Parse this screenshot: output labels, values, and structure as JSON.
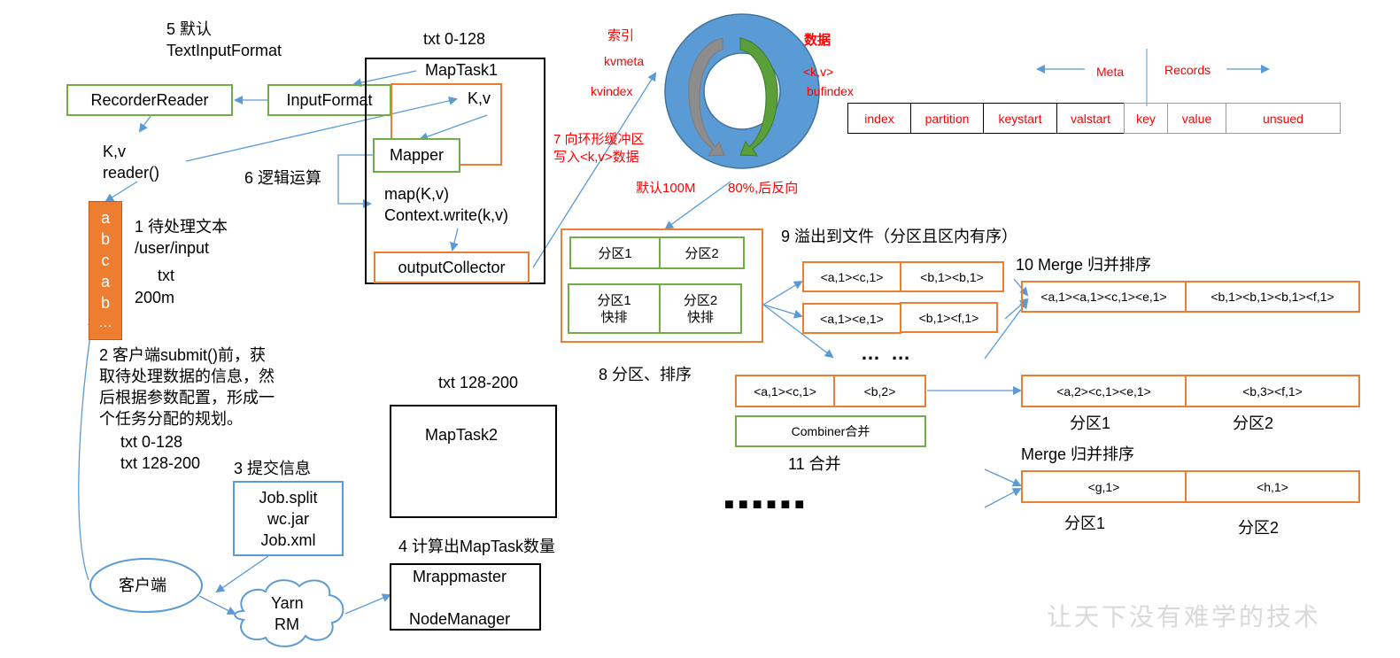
{
  "labels": {
    "step5": "5 默认",
    "step5_sub": "TextInputFormat",
    "txt_range1": "txt 0-128",
    "maptask1": "MapTask1",
    "recorder_reader": "RecorderReader",
    "input_format": "InputFormat",
    "kv_top": "K,v",
    "mapper": "Mapper",
    "kv_reader_1": "K,v",
    "kv_reader_2": "reader()",
    "step6": "6 逻辑运算",
    "map_call": "map(K,v)",
    "context_write": "Context.write(k,v)",
    "output_collector": "outputCollector",
    "step1_title": "1 待处理文本",
    "step1_path": "/user/input",
    "step1_file": "txt",
    "step1_size": "200m",
    "input_chars": [
      "a",
      "b",
      "c",
      "a",
      "b",
      "…"
    ],
    "step2_lines": [
      "2 客户端submit()前，获",
      "取待处理数据的信息，然",
      "后根据参数配置，形成一",
      "个任务分配的规划。"
    ],
    "split1": "txt  0-128",
    "split2": "txt  128-200",
    "step3": "3 提交信息",
    "job_files": [
      "Job.split",
      "wc.jar",
      "Job.xml"
    ],
    "client": "客户端",
    "yarn_1": "Yarn",
    "yarn_2": "RM",
    "txt_range2": "txt 128-200",
    "maptask2": "MapTask2",
    "step4": "4 计算出MapTask数量",
    "mrappmaster": "Mrappmaster",
    "nodemanager": "NodeManager"
  },
  "ring_buffer": {
    "index_label": "索引",
    "kvmeta": "kvmeta",
    "kvindex": "kvindex",
    "data_label": "数据",
    "kv": "<k,v>",
    "bufindex": "bufindex",
    "step7_1": "7 向环形缓冲区",
    "step7_2": "写入<k,v>数据",
    "default_size": "默认100M",
    "threshold": "80%,后反向",
    "colors": {
      "ring": "#5b9bd5",
      "left_arrow": "#8c8c8c",
      "right_arrow": "#5b9f3a"
    }
  },
  "meta_records": {
    "meta_label": "Meta",
    "records_label": "Records",
    "fields": [
      "index",
      "partition",
      "keystart",
      "valstart",
      "key",
      "value",
      "unsued"
    ]
  },
  "partition_sort": {
    "top": [
      "分区1",
      "分区2"
    ],
    "bottom": [
      "分区1\n快排",
      "分区2\n快排"
    ],
    "bottom_l1": [
      "分区1",
      "分区2"
    ],
    "bottom_l2": [
      "快排",
      "快排"
    ],
    "caption": "8 分区、排序"
  },
  "spill": {
    "title": "9 溢出到文件（分区且区内有序）",
    "rows": [
      [
        "<a,1><c,1>",
        "<b,1><b,1>"
      ],
      [
        "<a,1><e,1>",
        "<b,1><f,1>"
      ]
    ],
    "ellipsis": "… …"
  },
  "merge": {
    "title": "10 Merge 归并排序",
    "row": [
      "<a,1><a,1><c,1><e,1>",
      "<b,1><b,1><b,1><f,1>"
    ]
  },
  "combine": {
    "row": [
      "<a,1><c,1>",
      "<b,2>"
    ],
    "combiner": "Combiner合并",
    "caption": "11 合并",
    "result": [
      "<a,2><c,1><e,1>",
      "<b,3><f,1>"
    ],
    "partition_labels": [
      "分区1",
      "分区2"
    ],
    "ellipsis": "■ ■ ■   ■ ■ ■"
  },
  "merge2": {
    "title": "Merge 归并排序",
    "row": [
      "<g,1>",
      "<h,1>"
    ],
    "partition_labels": [
      "分区1",
      "分区2"
    ]
  },
  "watermark": "让天下没有难学的技术",
  "colors": {
    "arrow": "#5b9bd5",
    "green": "#70ad47",
    "orange": "#ed7d31",
    "red": "#ff0000"
  }
}
